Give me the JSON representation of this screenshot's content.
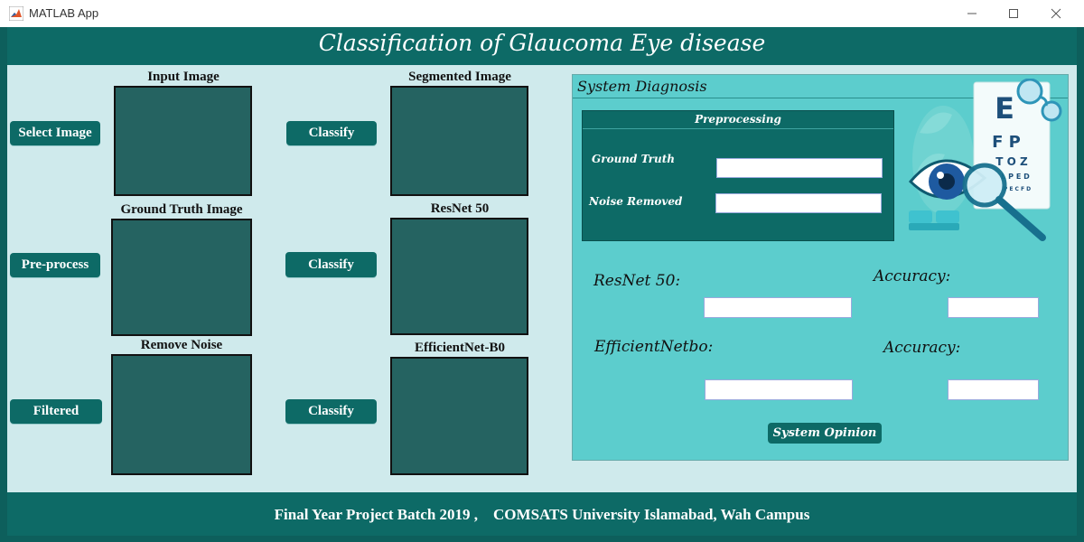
{
  "window": {
    "title": "MATLAB App",
    "icon": "matlab-icon"
  },
  "header": {
    "title": "Classification of Glaucoma Eye disease"
  },
  "left": {
    "buttons": {
      "select_image": "Select Image",
      "pre_process": "Pre-process",
      "filtered": "Filtered",
      "classify_1": "Classify",
      "classify_2": "Classify",
      "classify_3": "Classify"
    },
    "labels": {
      "input_image": "Input Image",
      "ground_truth_image": "Ground Truth Image",
      "remove_noise": "Remove Noise",
      "segmented_image": "Segmented Image",
      "resnet50": "ResNet 50",
      "efficientnet": "EfficientNet-B0"
    }
  },
  "diagnosis": {
    "title": "System Diagnosis",
    "preprocessing": {
      "title": "Preprocessing",
      "ground_truth_label": "Ground Truth",
      "ground_truth_value": "",
      "noise_removed_label": "Noise Removed",
      "noise_removed_value": ""
    },
    "resnet_label": "ResNet 50:",
    "resnet_value": "",
    "resnet_accuracy_label": "Accuracy:",
    "resnet_accuracy_value": "",
    "efficientnet_label": "EfficientNetbo:",
    "efficientnet_value": "",
    "efficientnet_accuracy_label": "Accuracy:",
    "efficientnet_accuracy_value": "",
    "opinion_button": "System Opinion",
    "eye_chart": {
      "r1": "E",
      "r2": "F P",
      "r3": "T O Z",
      "r4": "L P E D",
      "r5": "P E C F D"
    }
  },
  "footer": {
    "text": "Final Year Project Batch 2019 ,    COMSATS University Islamabad, Wah Campus"
  },
  "colors": {
    "primary": "#0d6a66",
    "panel": "#5ccdcd",
    "background": "#cfeaec",
    "image_box": "#256361"
  }
}
